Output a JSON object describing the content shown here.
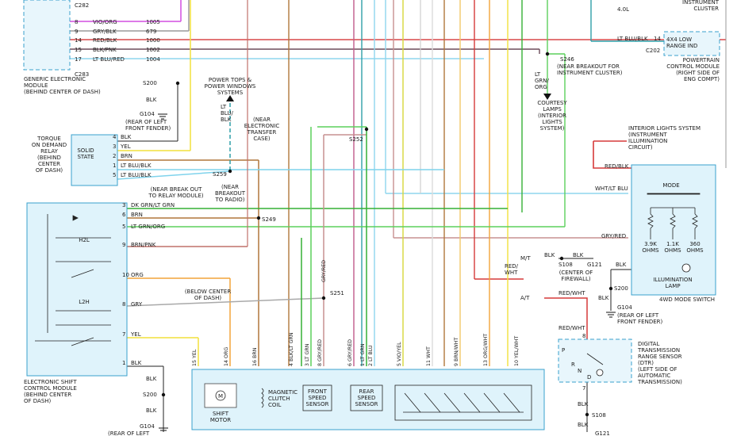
{
  "connectors": {
    "c282": "C282",
    "c283": "C283",
    "c202": "C202"
  },
  "top_left_rows": [
    {
      "pin": "8",
      "wire": "VIO/ORG",
      "circuit": "1005",
      "color": "#d24ee0"
    },
    {
      "pin": "9",
      "wire": "GRY/BLK",
      "circuit": "679",
      "color": "#9a9a9a"
    },
    {
      "pin": "14",
      "wire": "RED/BLK",
      "circuit": "1000",
      "color": "#d8494a"
    },
    {
      "pin": "15",
      "wire": "BLK/PNK",
      "circuit": "1002",
      "color": "#6d4c5a"
    },
    {
      "pin": "17",
      "wire": "LT BLU/RED",
      "circuit": "1004",
      "color": "#8fd6ee"
    }
  ],
  "labels": {
    "gem": "GENERIC ELECTRONIC\nMODULE\n(BEHIND CENTER OF DASH)",
    "s200_top": "S200",
    "blk": "BLK",
    "g104": "G104",
    "g104_desc": "(REAR OF LEFT\nFRONT FENDER)",
    "power_tops": "POWER TOPS &\nPOWER WINDOWS\nSYSTEMS",
    "lt_blu_blk_vert": "LT\nBLU/\nBLK",
    "near_transfer": "(NEAR\nELECTRONIC\nTRANSFER\nCASE)",
    "s252": "S252",
    "torque_relay": "TORQUE\nON DEMAND\nRELAY\n(BEHIND\nCENTER\nOF DASH)",
    "solid_state": "SOLID\nSTATE",
    "relay_pins": [
      {
        "pin": "4",
        "wire": "BLK"
      },
      {
        "pin": "3",
        "wire": "YEL"
      },
      {
        "pin": "2",
        "wire": "BRN"
      },
      {
        "pin": "1",
        "wire": "LT BLU/BLK"
      },
      {
        "pin": "5",
        "wire": "LT BLU/BLK"
      }
    ],
    "s259": "S259",
    "near_break_relay": "(NEAR BREAK OUT\nTO RELAY MODULE)",
    "near_breakout_radio": "(NEAR\nBREAKOUT\nTO RADIO)",
    "s249": "S249",
    "escm_rows": [
      {
        "pin": "3",
        "wire": "DK GRN/LT GRN"
      },
      {
        "pin": "6",
        "wire": "BRN"
      },
      {
        "pin": "5",
        "wire": "LT GRN/ORG"
      },
      {
        "pin": "9",
        "wire": "BRN/PNK"
      },
      {
        "pin": "10",
        "wire": "ORG"
      },
      {
        "pin": "8",
        "wire": "GRY"
      },
      {
        "pin": "7",
        "wire": "YEL"
      },
      {
        "pin": "1",
        "wire": "BLK"
      }
    ],
    "h2l": "H2L",
    "l2h": "L2H",
    "escm": "ELECTRONIC SHIFT\nCONTROL MODULE\n(BEHIND CENTER\nOF DASH)",
    "below_center": "(BELOW CENTER\nOF DASH)",
    "s251": "S251",
    "s200_bottom": "S200",
    "g104_bottom": "G104",
    "rear_of_left_bottom": "(REAR OF LEFT",
    "gry_red_vert": "GRY/RED",
    "instrument_cluster": "INSTRUMENT\nCLUSTER",
    "four_l": "4.0L",
    "lt_blu_blk_c202": "LT BLU/BLK",
    "pin14": "14",
    "four_x_four": "4X4 LOW\nRANGE IND",
    "pcm": "POWERTRAIN\nCONTROL MODULE\n(RIGHT SIDE OF\nENG COMPT)",
    "s246": "S246",
    "s246_desc": "(NEAR BREAKOUT FOR\nINSTRUMENT CLUSTER)",
    "lt_grn_org_vert": "LT\nGRN/\nORG",
    "courtesy": "COURTESY\nLAMPS\n(INTERIOR\nLIGHTS\nSYSTEM)",
    "interior_lights": "INTERIOR LIGHTS SYSTEM\n(INSTRUMENT\nILLUMINATION\nCIRCUIT)",
    "red_blk": "RED/BLK",
    "wht_lt_blu": "WHT/LT BLU",
    "mode": "MODE",
    "gry_red": "GRY/RED",
    "ohms": [
      "3.9K\nOHMS",
      "1.1K\nOHMS",
      "360\nOHMS"
    ],
    "blk_right": "BLK",
    "illum_lamp": "ILLUMINATION\nLAMP",
    "four_wd_switch": "4WD MODE SWITCH",
    "s200_right": "S200",
    "g104_right": "G104",
    "g104_right_desc": "(REAR OF LEFT\nFRONT FENDER)",
    "mt": "M/T",
    "red_wht_left": "RED/\nWHT",
    "at": "A/T",
    "blk_a": "BLK",
    "blk_b": "BLK",
    "s108_top": "S108",
    "g121": "G121",
    "center_firewall": "(CENTER OF\nFIREWALL)",
    "red_wht_at": "RED/WHT",
    "red_wht_dtr": "RED/WHT",
    "dtr": "DIGITAL\nTRANSMISSION\nRANGE SENSOR\n(DTR)\n(LEFT SIDE OF\nAUTOMATIC\nTRANSMISSION)",
    "dtr_pin8": "8",
    "dtr_pin7": "7",
    "prnd": [
      "P",
      "R",
      "N",
      "D"
    ],
    "s108_bottom": "S108",
    "g121_bottom": "G121",
    "shift_motor": "SHIFT\nMOTOR",
    "magnetic_clutch": "MAGNETIC\nCLUTCH\nCOIL",
    "front_speed": "FRONT\nSPEED\nSENSOR",
    "rear_speed": "REAR\nSPEED\nSENSOR",
    "m": "M"
  },
  "bottom_pins": [
    {
      "pin": "15",
      "wire": "YEL"
    },
    {
      "pin": "14",
      "wire": "ORG"
    },
    {
      "pin": "16",
      "wire": "BRN"
    },
    {
      "pin": "4",
      "wire": "BLK/LT GRN"
    },
    {
      "pin": "3",
      "wire": "LT GRN"
    },
    {
      "pin": "8",
      "wire": "GRY/RED"
    },
    {
      "pin": "6",
      "wire": "GRY/RED"
    },
    {
      "pin": "1",
      "wire": "LT GRN"
    },
    {
      "pin": "2",
      "wire": "LT BLU"
    },
    {
      "pin": "5",
      "wire": "VIO/YEL"
    },
    {
      "pin": "11",
      "wire": "WHT"
    },
    {
      "pin": "9",
      "wire": "BRN/WHT"
    },
    {
      "pin": "13",
      "wire": "ORG/WHT"
    },
    {
      "pin": "10",
      "wire": "YEL/WHT"
    }
  ],
  "colors": {
    "yellow": "#f2e13c",
    "brown": "#b0773c",
    "orange": "#f2a43a",
    "ltblue": "#7fd3ec",
    "ltgreen": "#5cd05c",
    "dkgreen": "#35b135",
    "gray": "#a9a9a9",
    "grayred": "#c79090",
    "red": "#d63a3a",
    "violet": "#c04fd6",
    "pink": "#e06aa0",
    "teal": "#2f9fa8"
  }
}
